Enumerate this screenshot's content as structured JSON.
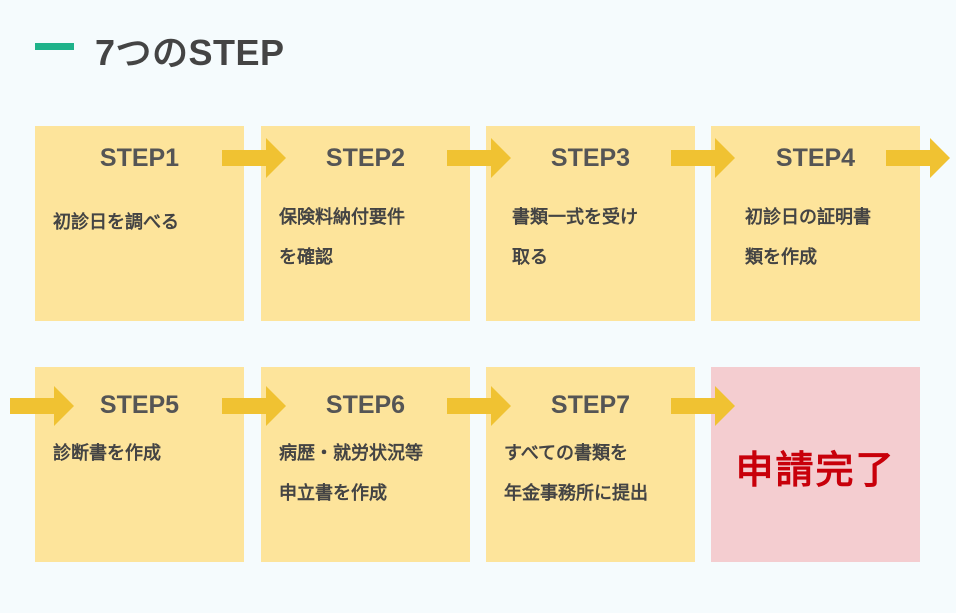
{
  "title": "7つのSTEP",
  "colors": {
    "accent": "#1fb28a",
    "box": "#fde49b",
    "done_box": "#f4cdd0",
    "arrow": "#f0c232",
    "done_text": "#c8000a"
  },
  "steps": [
    {
      "label": "STEP1",
      "lines": [
        "初診日を調べる"
      ]
    },
    {
      "label": "STEP2",
      "lines": [
        "保険料納付要件",
        "を確認"
      ]
    },
    {
      "label": "STEP3",
      "lines": [
        "書類一式を受け",
        "取る"
      ]
    },
    {
      "label": "STEP4",
      "lines": [
        "初診日の証明書",
        "類を作成"
      ]
    },
    {
      "label": "STEP5",
      "lines": [
        "診断書を作成"
      ]
    },
    {
      "label": "STEP6",
      "lines": [
        "病歴・就労状況等",
        "申立書を作成"
      ]
    },
    {
      "label": "STEP7",
      "lines": [
        "すべての書類を",
        "年金事務所に提出"
      ]
    }
  ],
  "completion": "申請完了"
}
